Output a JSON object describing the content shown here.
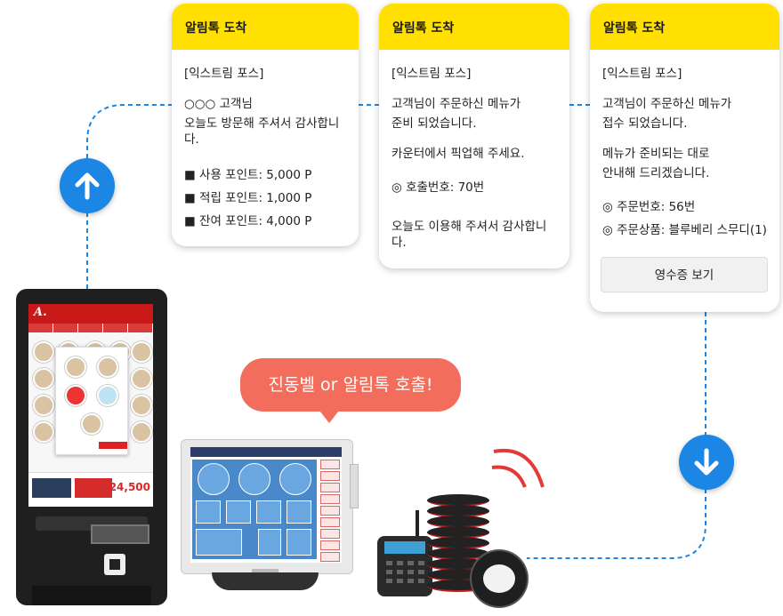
{
  "colors": {
    "card_header": "#ffe000",
    "arrow_button": "#1b86e3",
    "bubble": "#f26d5b",
    "connector": "#1b86e3"
  },
  "icons": {
    "up_arrow": "up-arrow-icon",
    "down_arrow": "down-arrow-icon"
  },
  "cards": [
    {
      "title": "알림톡 도착",
      "sender": "[익스트림 포스]",
      "greeting_1": "○○○ 고객님",
      "greeting_2": "오늘도 방문해 주셔서 감사합니다.",
      "points": [
        "■ 사용 포인트: 5,000 P",
        "■ 적립 포인트: 1,000 P",
        "■ 잔여 포인트: 4,000 P"
      ]
    },
    {
      "title": "알림톡 도착",
      "sender": "[익스트림 포스]",
      "line_1": "고객님이 주문하신 메뉴가",
      "line_2": "준비 되었습니다.",
      "line_3": "카운터에서 픽업해 주세요.",
      "line_4": "◎ 호출번호: 70번",
      "line_5": "오늘도 이용해 주셔서 감사합니다."
    },
    {
      "title": "알림톡 도착",
      "sender": "[익스트림 포스]",
      "line_1": "고객님이 주문하신 메뉴가",
      "line_2": "접수 되었습니다.",
      "line_3": "메뉴가 준비되는 대로",
      "line_4": "안내해 드리겠습니다.",
      "line_5": "◎ 주문번호: 56번",
      "line_6": "◎ 주문상품: 블루베리 스무디(1)",
      "button": "영수증 보기"
    }
  ],
  "bubble": {
    "text": "진동벨 or 알림톡 호출!"
  },
  "kiosk": {
    "total": "24,500"
  }
}
